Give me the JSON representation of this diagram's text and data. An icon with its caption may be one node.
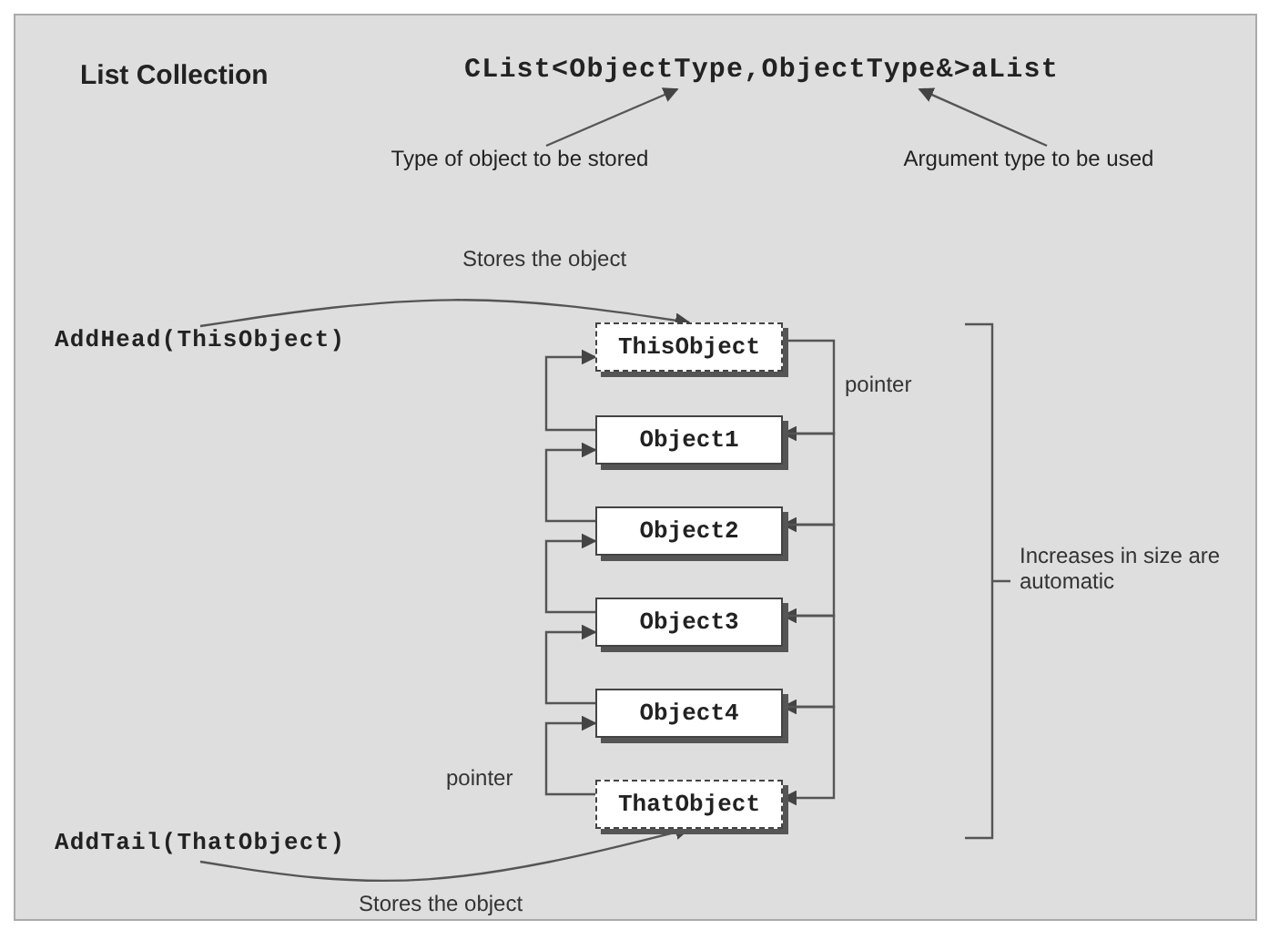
{
  "diagram": {
    "title": "List Collection",
    "nodes": [
      {
        "text": [
          "CList<ObjectType,ObjectType&>aList"
        ]
      },
      {
        "text": [
          "Type of object to be stored"
        ]
      },
      {
        "text": [
          "Argument type to be used"
        ]
      },
      {
        "text": [
          "AddHead(ThisObject)"
        ]
      },
      {
        "text": [
          "ThisObject"
        ]
      },
      {
        "text": [
          "Object1"
        ]
      },
      {
        "text": [
          "Object2"
        ]
      },
      {
        "text": [
          "Object3"
        ]
      },
      {
        "text": [
          "Object4"
        ]
      },
      {
        "text": [
          "ThatObject"
        ]
      },
      {
        "text": [
          "AddTail(ThatObject)"
        ]
      }
    ],
    "edges": [
      {
        "from": 1,
        "to": 0,
        "arrow": "to"
      },
      {
        "from": 2,
        "to": 0,
        "arrow": "to"
      },
      {
        "from": 3,
        "to": 4,
        "arrow": "to",
        "label": "Stores the object"
      },
      {
        "from": 4,
        "to": 5,
        "arrow": "to",
        "label": "pointer"
      },
      {
        "from": 5,
        "to": 6,
        "arrow": "to"
      },
      {
        "from": 6,
        "to": 7,
        "arrow": "to"
      },
      {
        "from": 7,
        "to": 8,
        "arrow": "to"
      },
      {
        "from": 8,
        "to": 9,
        "arrow": "to"
      },
      {
        "from": 5,
        "to": 4,
        "arrow": "to"
      },
      {
        "from": 6,
        "to": 5,
        "arrow": "to"
      },
      {
        "from": 7,
        "to": 6,
        "arrow": "to"
      },
      {
        "from": 8,
        "to": 7,
        "arrow": "to"
      },
      {
        "from": 9,
        "to": 8,
        "arrow": "to",
        "label": "pointer"
      },
      {
        "from": 10,
        "to": 9,
        "arrow": "to",
        "label": "Stores the object"
      }
    ],
    "labels": [
      "Increases in size are automatic"
    ]
  }
}
